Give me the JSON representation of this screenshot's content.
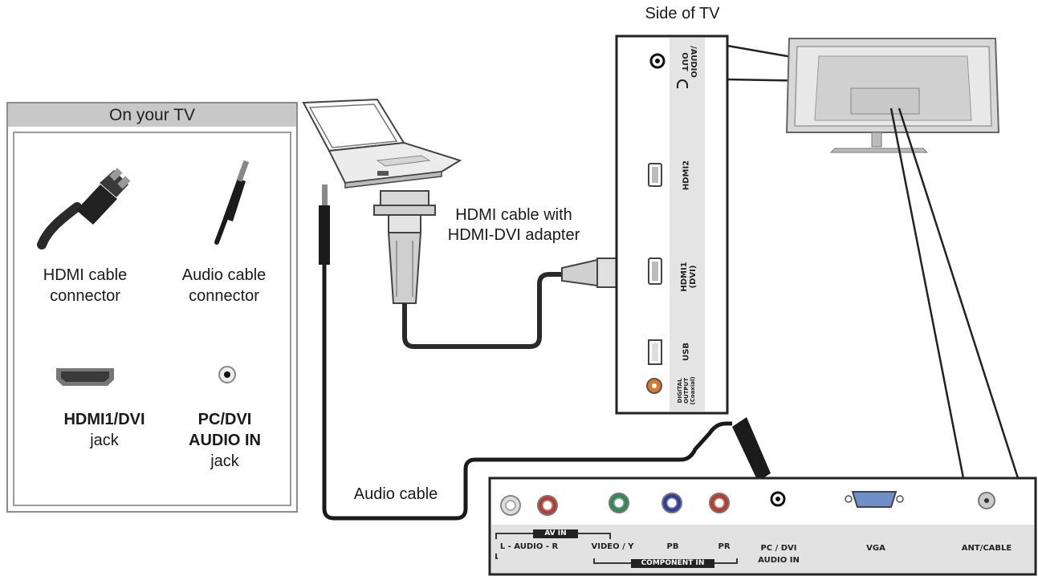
{
  "legend": {
    "header": "On your TV",
    "hdmi_cable_line1": "HDMI cable",
    "hdmi_cable_line2": "connector",
    "audio_cable_line1": "Audio cable",
    "audio_cable_line2": "connector",
    "hdmi_jack_name": "HDMI1/DVI",
    "hdmi_jack_word": "jack",
    "audio_jack_name1": "PC/DVI",
    "audio_jack_name2": "AUDIO IN",
    "audio_jack_word": "jack"
  },
  "labels": {
    "side_of_tv": "Side of TV",
    "hdmi_cable_with_line1": "HDMI cable with",
    "hdmi_cable_with_line2": "HDMI-DVI adapter",
    "audio_cable": "Audio cable"
  },
  "side_panel": {
    "audio_out_line1": "/AUDIO",
    "audio_out_line2": "OUT",
    "hdmi2": "HDMI2",
    "hdmi1": "HDMI1",
    "dvi": "(DVI)",
    "usb": "USB",
    "digital_output_line1": "DIGITAL",
    "digital_output_line2": "OUTPUT",
    "digital_output_line3": "(Coaxial)"
  },
  "back_panel": {
    "av_in": "AV IN",
    "audio_lr": "L - AUDIO - R",
    "video_y": "VIDEO / Y",
    "pb": "PB",
    "pr": "PR",
    "component_in": "COMPONENT IN",
    "pc_dvi_line1": "PC / DVI",
    "pc_dvi_line2": "AUDIO IN",
    "vga": "VGA",
    "ant_cable": "ANT/CABLE"
  },
  "colors": {
    "legend_header_bg": "#c8c8c8",
    "panel_strip": "#e2e2e2",
    "rca_red": "#c0392b",
    "rca_green": "#2e8b57",
    "rca_blue": "#2c3e9e",
    "coax_orange": "#d87a2b",
    "vga_blue": "#6f8fc8"
  }
}
